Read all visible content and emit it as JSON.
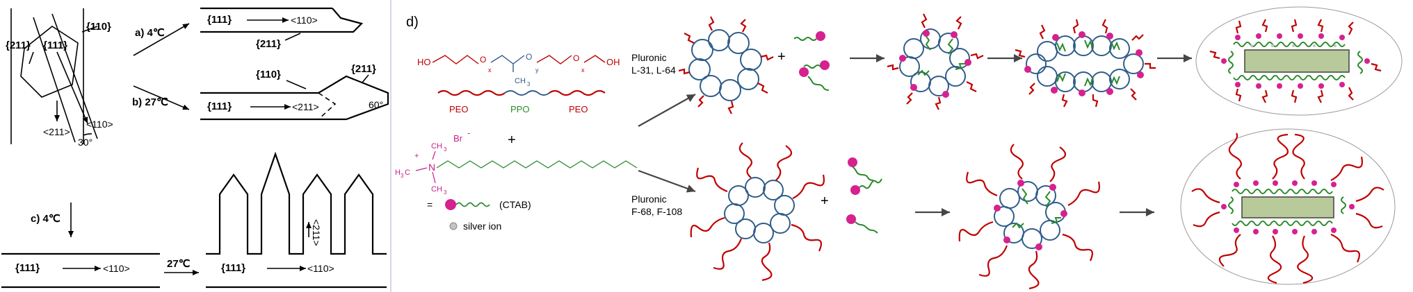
{
  "left_panel": {
    "planes": {
      "p211": "{211}",
      "p111": "{111}",
      "p110": "{110}"
    },
    "directions": {
      "d211": "<211>",
      "d110": "<110>",
      "d211_vertical": "<211>"
    },
    "angles": {
      "a30": "30°",
      "a60": "60°"
    },
    "branches": {
      "a": "a) 4℃",
      "b": "b) 27℃",
      "c": "c) 4℃",
      "c_arrow": "27℃"
    }
  },
  "right_panel": {
    "label": "d)",
    "polymer": {
      "ho": "HO",
      "oh": "OH",
      "o1": "O",
      "o2": "O",
      "o3": "O",
      "sub_x1": "x",
      "sub_y": "y",
      "sub_x2": "x",
      "ch3": "CH",
      "ch3_sub": "3",
      "seg1": "PEO",
      "seg2": "PPO",
      "seg3": "PEO"
    },
    "plus_mid": "+",
    "ctab": {
      "br": "Br",
      "minus": "-",
      "plus": "+",
      "n": "N",
      "h3c": "H",
      "h3c_sub": "3",
      "h3c_c": "C",
      "ch3a": "CH",
      "ch3a_sub": "3",
      "ch3b": "CH",
      "ch3b_sub": "3",
      "equals": "=",
      "legend_ctab": "(CTAB)",
      "legend_silver": "silver ion"
    },
    "pluronic_top": [
      "Pluronic",
      "L-31, L-64"
    ],
    "pluronic_bottom": [
      "Pluronic",
      "F-68, F-108"
    ],
    "plus_top": "+",
    "plus_bottom": "+",
    "colors": {
      "peo_red": "#c00000",
      "ppo_blue": "#2f5d8a",
      "ctab_green": "#2a8a2a",
      "head_magenta": "#d6218f",
      "rod_fill": "#b8c99a",
      "magenta_text": "#c8208a"
    }
  }
}
